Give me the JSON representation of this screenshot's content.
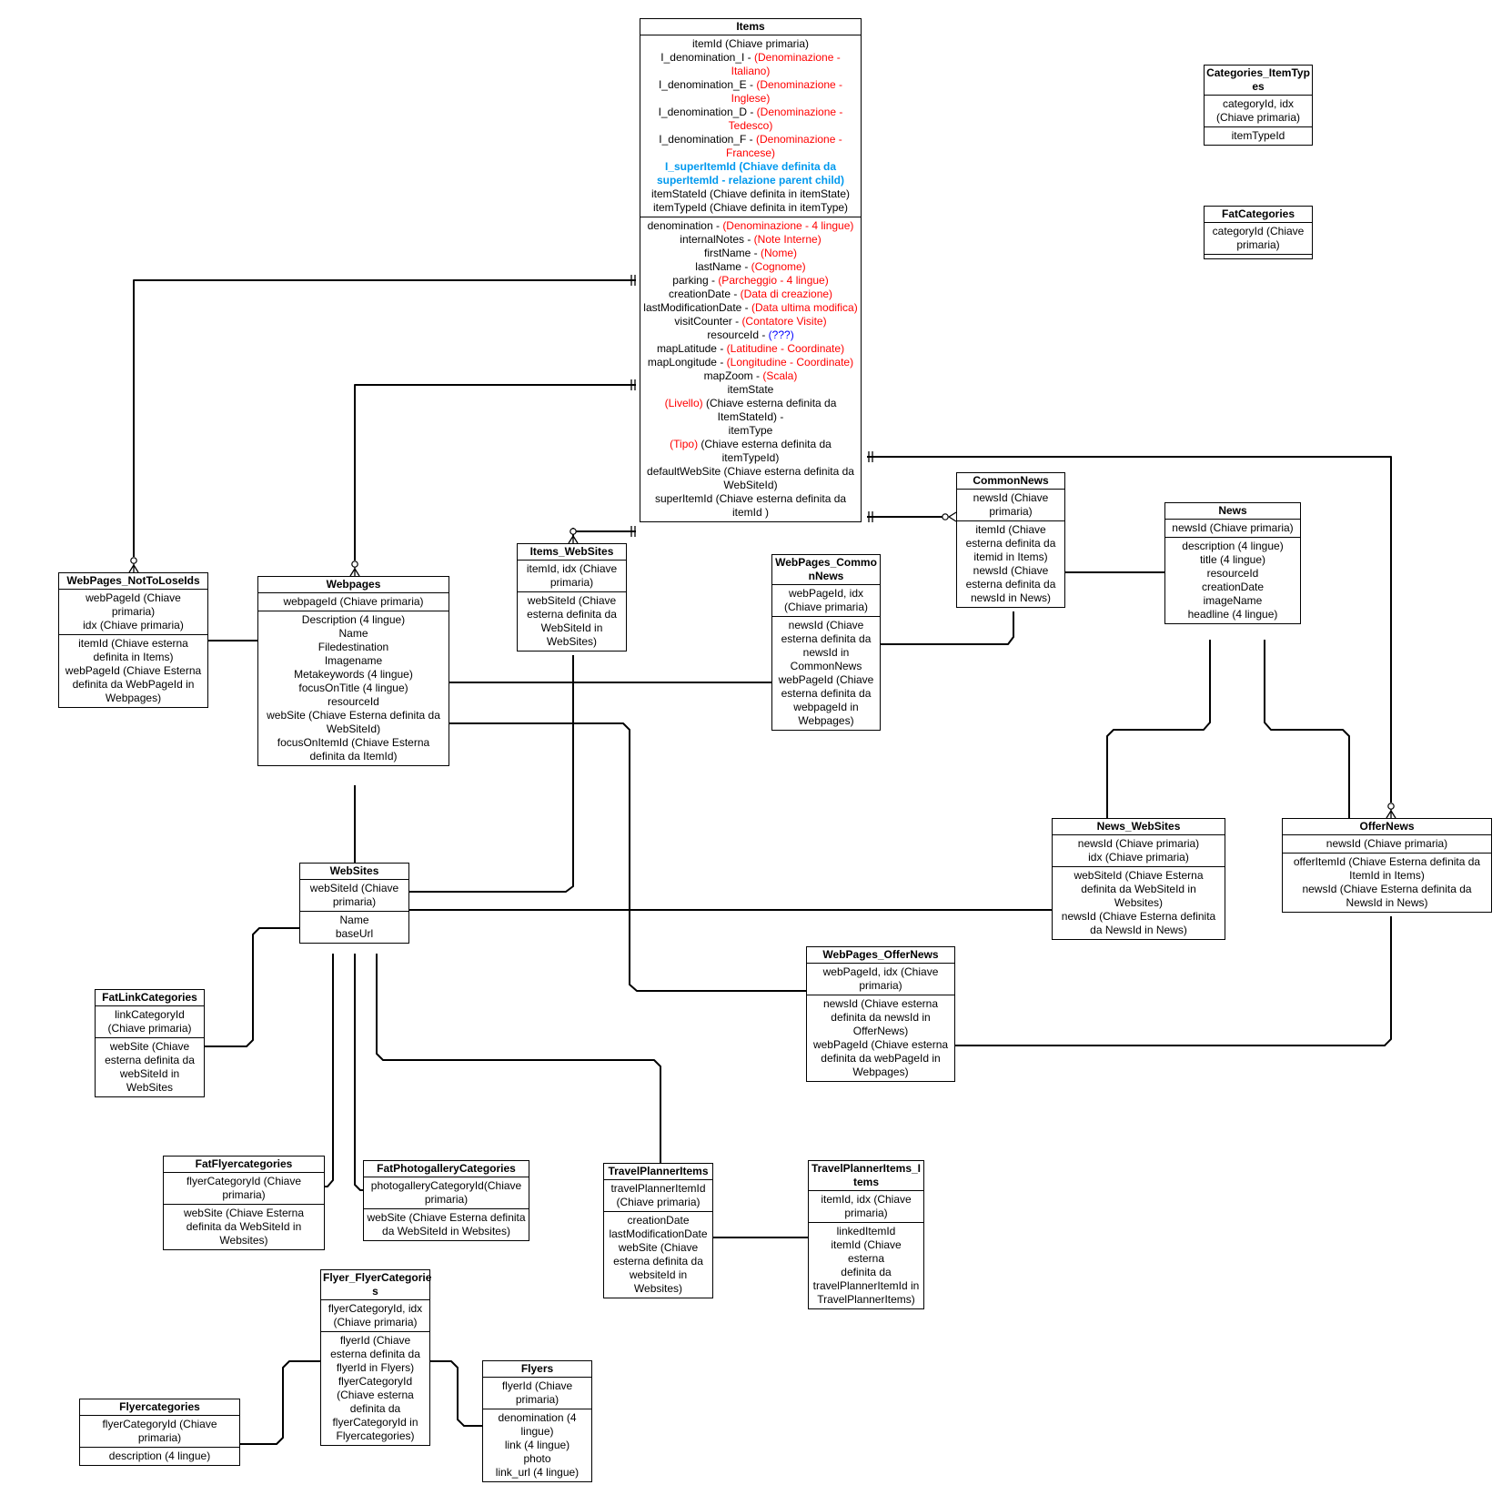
{
  "entities": [
    {
      "id": "items",
      "title": "Items",
      "sections": [
        [
          [
            {
              "t": "itemId (Chiave primaria)"
            }
          ],
          [
            {
              "t": "I_denomination_I - "
            },
            {
              "t": "(Denominazione - Italiano)",
              "c": "red"
            }
          ],
          [
            {
              "t": "I_denomination_E - "
            },
            {
              "t": "(Denominazione - Inglese)",
              "c": "red"
            }
          ],
          [
            {
              "t": "I_denomination_D - "
            },
            {
              "t": "(Denominazione - Tedesco)",
              "c": "red"
            }
          ],
          [
            {
              "t": "I_denomination_F - "
            },
            {
              "t": "(Denominazione - Francese)",
              "c": "red"
            }
          ],
          [
            {
              "t": "I_superItemId (Chiave definita da superItemId - relazione parent child)",
              "c": "blue"
            }
          ],
          [
            {
              "t": "itemStateId (Chiave definita in itemState)"
            }
          ],
          [
            {
              "t": "itemTypeId (Chiave definita in itemType)"
            }
          ]
        ],
        [
          [
            {
              "t": "denomination - "
            },
            {
              "t": "(Denominazione - 4 lingue)",
              "c": "red"
            }
          ],
          [
            {
              "t": "internalNotes - "
            },
            {
              "t": "(Note Interne)",
              "c": "red"
            }
          ],
          [
            {
              "t": "firstName - "
            },
            {
              "t": "(Nome)",
              "c": "red"
            }
          ],
          [
            {
              "t": "lastName - "
            },
            {
              "t": "(Cognome)",
              "c": "red"
            }
          ],
          [
            {
              "t": "parking - "
            },
            {
              "t": "(Parcheggio - 4 lingue)",
              "c": "red"
            }
          ],
          [
            {
              "t": "creationDate - "
            },
            {
              "t": "(Data di creazione)",
              "c": "red"
            }
          ],
          [
            {
              "t": "lastModificationDate - "
            },
            {
              "t": "(Data ultima modifica)",
              "c": "red"
            }
          ],
          [
            {
              "t": "visitCounter - "
            },
            {
              "t": "(Contatore Visite)",
              "c": "red"
            }
          ],
          [
            {
              "t": "resourceId - "
            },
            {
              "t": "(???)",
              "c": "navy"
            }
          ],
          [
            {
              "t": "mapLatitude - "
            },
            {
              "t": "(Latitudine - Coordinate)",
              "c": "red"
            }
          ],
          [
            {
              "t": "mapLongitude - "
            },
            {
              "t": "(Longitudine - Coordinate)",
              "c": "red"
            }
          ],
          [
            {
              "t": "mapZoom - "
            },
            {
              "t": "(Scala)",
              "c": "red"
            }
          ],
          [
            {
              "t": "itemState"
            }
          ],
          [
            {
              "t": "(Livello)",
              "c": "red"
            },
            {
              "t": " (Chiave esterna definita da ItemStateId) -"
            }
          ],
          [
            {
              "t": "itemType"
            }
          ],
          [
            {
              "t": "(Tipo)",
              "c": "red"
            },
            {
              "t": " (Chiave esterna definita da itemTypeId)"
            }
          ],
          [
            {
              "t": "defaultWebSite (Chiave esterna definita da WebSiteId)"
            }
          ],
          [
            {
              "t": "superItemId (Chiave esterna definita da itemId )"
            }
          ]
        ]
      ]
    },
    {
      "id": "cat_itemtypes",
      "title": "Categories_ItemTyp\nes",
      "sections": [
        [
          [
            {
              "t": "categoryId, idx\n(Chiave primaria)"
            }
          ]
        ],
        [
          [
            {
              "t": "itemTypeId"
            }
          ]
        ]
      ]
    },
    {
      "id": "fatcategories",
      "title": "FatCategories",
      "sections": [
        [
          [
            {
              "t": "categoryId (Chiave\nprimaria)"
            }
          ]
        ],
        [
          [
            {
              "t": " "
            }
          ]
        ]
      ]
    },
    {
      "id": "commonnews",
      "title": "CommonNews",
      "sections": [
        [
          [
            {
              "t": "newsId (Chiave\nprimaria)"
            }
          ]
        ],
        [
          [
            {
              "t": "itemId (Chiave\nesterna definita da\nitemid in Items)\nnewsId (Chiave\nesterna definita da\nnewsId in News)"
            }
          ]
        ]
      ]
    },
    {
      "id": "news",
      "title": "News",
      "sections": [
        [
          [
            {
              "t": "newsId (Chiave primaria)"
            }
          ]
        ],
        [
          [
            {
              "t": "description (4 lingue)\ntitle (4 lingue)\nresourceId\ncreationDate\nimageName\nheadline (4 lingue)"
            }
          ]
        ]
      ]
    },
    {
      "id": "items_websites",
      "title": "Items_WebSites",
      "sections": [
        [
          [
            {
              "t": "itemId, idx (Chiave\nprimaria)"
            }
          ]
        ],
        [
          [
            {
              "t": "webSiteId (Chiave\nesterna definita da\nWebSiteId in\nWebSites)"
            }
          ]
        ]
      ]
    },
    {
      "id": "webpages_commonnews",
      "title": "WebPages_Commo\nnNews",
      "sections": [
        [
          [
            {
              "t": "webPageId, idx\n(Chiave primaria)"
            }
          ]
        ],
        [
          [
            {
              "t": "newsId (Chiave\nesterna definita da\nnewsId in\nCommonNews\nwebPageId (Chiave\nesterna definita da\nwebpageId in\nWebpages)"
            }
          ]
        ]
      ]
    },
    {
      "id": "webpages_nottoloseids",
      "title": "WebPages_NotToLoseIds",
      "sections": [
        [
          [
            {
              "t": "webPageId (Chiave\nprimaria)\nidx (Chiave primaria)"
            }
          ]
        ],
        [
          [
            {
              "t": "itemId (Chiave esterna\ndefinita in Items)\nwebPageId  (Chiave Esterna\ndefinita da WebPageId in\nWebpages)"
            }
          ]
        ]
      ]
    },
    {
      "id": "webpages",
      "title": "Webpages",
      "sections": [
        [
          [
            {
              "t": "webpageId (Chiave primaria)"
            }
          ]
        ],
        [
          [
            {
              "t": "Description (4 lingue)\nName\nFiledestination\nImagename\nMetakeywords (4 lingue)\nfocusOnTitle (4 lingue)\nresourceId\nwebSite (Chiave Esterna definita da\nWebSiteId)\nfocusOnItemId (Chiave Esterna\ndefinita da ItemId)\n "
            }
          ]
        ]
      ]
    },
    {
      "id": "news_websites",
      "title": "News_WebSites",
      "sections": [
        [
          [
            {
              "t": "newsId (Chiave primaria)\nidx (Chiave primaria)"
            }
          ]
        ],
        [
          [
            {
              "t": "webSiteId (Chiave Esterna\ndefinita da WebSiteId in\nWebsites)\nnewsId (Chiave Esterna definita\nda NewsId in News)"
            }
          ]
        ]
      ]
    },
    {
      "id": "offernews",
      "title": "OfferNews",
      "sections": [
        [
          [
            {
              "t": "newsId (Chiave primaria)"
            }
          ]
        ],
        [
          [
            {
              "t": "offerItemId (Chiave Esterna definita da\nItemId in Items)\nnewsId (Chiave Esterna definita da\nNewsId in News)"
            }
          ]
        ]
      ]
    },
    {
      "id": "websites",
      "title": "WebSites",
      "sections": [
        [
          [
            {
              "t": "webSiteId (Chiave\nprimaria)"
            }
          ]
        ],
        [
          [
            {
              "t": "Name\nbaseUrl\n "
            }
          ]
        ]
      ]
    },
    {
      "id": "webpages_offernews",
      "title": "WebPages_OfferNews",
      "sections": [
        [
          [
            {
              "t": "webPageId, idx (Chiave\nprimaria)"
            }
          ]
        ],
        [
          [
            {
              "t": "newsId (Chiave esterna\ndefinita da newsId in\nOfferNews)\nwebPageId (Chiave esterna\ndefinita da webPageId in\nWebpages)"
            }
          ]
        ]
      ]
    },
    {
      "id": "fatlinkcategories",
      "title": "FatLinkCategories",
      "sections": [
        [
          [
            {
              "t": "linkCategoryId\n(Chiave primaria)"
            }
          ]
        ],
        [
          [
            {
              "t": "webSite (Chiave\nesterna definita da\nwebSiteId in\nWebSites"
            }
          ]
        ]
      ]
    },
    {
      "id": "fatflyercategories",
      "title": "FatFlyercategories",
      "sections": [
        [
          [
            {
              "t": "flyerCategoryId (Chiave\nprimaria)"
            }
          ]
        ],
        [
          [
            {
              "t": "webSite  (Chiave Esterna\ndefinita da WebSiteId in\nWebsites)"
            }
          ]
        ]
      ]
    },
    {
      "id": "fatphotogallerycategories",
      "title": "FatPhotogalleryCategories",
      "sections": [
        [
          [
            {
              "t": "photogalleryCategoryId(Chiave\nprimaria)"
            }
          ]
        ],
        [
          [
            {
              "t": "webSite (Chiave Esterna definita\nda WebSiteId in Websites)"
            }
          ]
        ]
      ]
    },
    {
      "id": "travelplanneritems",
      "title": "TravelPlannerItems",
      "sections": [
        [
          [
            {
              "t": "travelPlannerItemId\n(Chiave primaria)"
            }
          ]
        ],
        [
          [
            {
              "t": "creationDate\nlastModificationDate\nwebSite (Chiave\nesterna definita da\nwebsiteId in\nWebsites)"
            }
          ]
        ]
      ]
    },
    {
      "id": "travelplanneritems_items",
      "title": "TravelPlannerItems_I\ntems",
      "sections": [
        [
          [
            {
              "t": "itemId, idx (Chiave\nprimaria)"
            }
          ]
        ],
        [
          [
            {
              "t": "linkedItemId\nitemId (Chiave esterna\ndefinita da\ntravelPlannerItemId in\nTravelPlannerItems)"
            }
          ]
        ]
      ]
    },
    {
      "id": "flyer_flyercategories",
      "title": "Flyer_FlyerCategorie\ns",
      "sections": [
        [
          [
            {
              "t": "flyerCategoryId, idx\n(Chiave primaria)"
            }
          ]
        ],
        [
          [
            {
              "t": "flyerId (Chiave\nesterna definita da\nflyerId in Flyers)\nflyerCategoryId\n(Chiave esterna\ndefinita da\nflyerCategoryId in\nFlyercategories)"
            }
          ]
        ]
      ]
    },
    {
      "id": "flyers",
      "title": "Flyers",
      "sections": [
        [
          [
            {
              "t": "flyerId (Chiave\nprimaria)"
            }
          ]
        ],
        [
          [
            {
              "t": "denomination (4\nlingue)\nlink (4 lingue)\nphoto\nlink_url (4 lingue)"
            }
          ]
        ]
      ]
    },
    {
      "id": "flyercategories",
      "title": "Flyercategories",
      "sections": [
        [
          [
            {
              "t": "flyerCategoryId (Chiave\nprimaria)"
            }
          ]
        ],
        [
          [
            {
              "t": "description (4 lingue)\n "
            }
          ]
        ]
      ]
    }
  ]
}
